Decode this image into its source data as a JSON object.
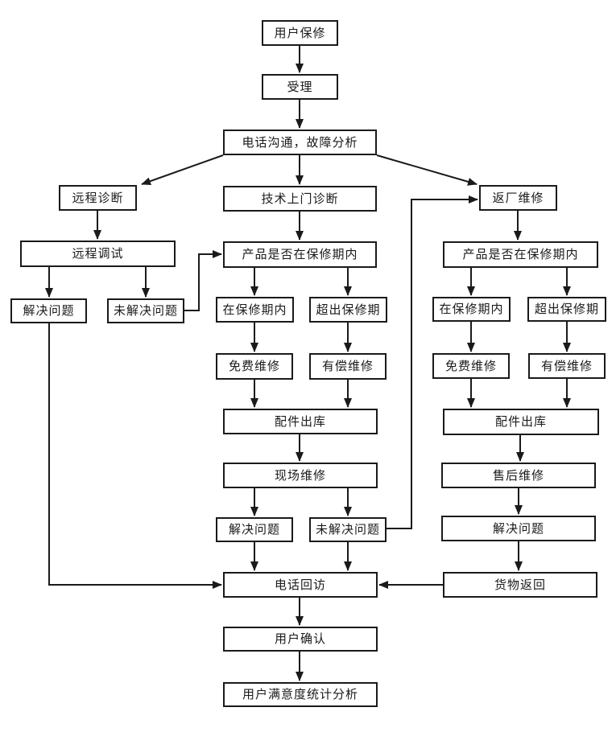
{
  "diagram": {
    "type": "flowchart",
    "language": "zh-CN",
    "colors": {
      "background": "#ffffff",
      "box_fill": "#ffffff",
      "box_border": "#1a1a1a",
      "line": "#1a1a1a",
      "text": "#1a1a1a"
    },
    "nodes": {
      "user_warranty": {
        "label": "用户保修"
      },
      "accept": {
        "label": "受理"
      },
      "phone_comm": {
        "label": "电话沟通，故障分析"
      },
      "remote_diag": {
        "label": "远程诊断"
      },
      "tech_onsite": {
        "label": "技术上门诊断"
      },
      "return_factory": {
        "label": "返厂维修"
      },
      "remote_debug": {
        "label": "远程调试"
      },
      "warranty_q_mid": {
        "label": "产品是否在保修期内"
      },
      "warranty_q_right": {
        "label": "产品是否在保修期内"
      },
      "solved_left": {
        "label": "解决问题"
      },
      "unsolved_left": {
        "label": "未解决问题"
      },
      "in_warranty_mid": {
        "label": "在保修期内"
      },
      "out_warranty_mid": {
        "label": "超出保修期"
      },
      "in_warranty_right": {
        "label": "在保修期内"
      },
      "out_warranty_right": {
        "label": "超出保修期"
      },
      "free_repair_mid": {
        "label": "免费维修"
      },
      "paid_repair_mid": {
        "label": "有偿维修"
      },
      "free_repair_right": {
        "label": "免费维修"
      },
      "paid_repair_right": {
        "label": "有偿维修"
      },
      "parts_out_mid": {
        "label": "配件出库"
      },
      "parts_out_right": {
        "label": "配件出库"
      },
      "onsite_repair": {
        "label": "现场维修"
      },
      "aftersales_repair": {
        "label": "售后维修"
      },
      "solved_mid": {
        "label": "解决问题"
      },
      "unsolved_mid": {
        "label": "未解决问题"
      },
      "solved_right": {
        "label": "解决问题"
      },
      "phone_followup": {
        "label": "电话回访"
      },
      "goods_return": {
        "label": "货物返回"
      },
      "user_confirm": {
        "label": "用户确认"
      },
      "satisfaction": {
        "label": "用户满意度统计分析"
      }
    },
    "edges": [
      {
        "from": "user_warranty",
        "to": "accept"
      },
      {
        "from": "accept",
        "to": "phone_comm"
      },
      {
        "from": "phone_comm",
        "to": "remote_diag"
      },
      {
        "from": "phone_comm",
        "to": "tech_onsite"
      },
      {
        "from": "phone_comm",
        "to": "return_factory"
      },
      {
        "from": "remote_diag",
        "to": "remote_debug"
      },
      {
        "from": "remote_debug",
        "to": "solved_left"
      },
      {
        "from": "remote_debug",
        "to": "unsolved_left"
      },
      {
        "from": "unsolved_left",
        "to": "warranty_q_mid"
      },
      {
        "from": "solved_left",
        "to": "phone_followup"
      },
      {
        "from": "tech_onsite",
        "to": "warranty_q_mid"
      },
      {
        "from": "warranty_q_mid",
        "to": "in_warranty_mid"
      },
      {
        "from": "warranty_q_mid",
        "to": "out_warranty_mid"
      },
      {
        "from": "in_warranty_mid",
        "to": "free_repair_mid"
      },
      {
        "from": "out_warranty_mid",
        "to": "paid_repair_mid"
      },
      {
        "from": "free_repair_mid",
        "to": "parts_out_mid"
      },
      {
        "from": "paid_repair_mid",
        "to": "parts_out_mid"
      },
      {
        "from": "parts_out_mid",
        "to": "onsite_repair"
      },
      {
        "from": "onsite_repair",
        "to": "solved_mid"
      },
      {
        "from": "onsite_repair",
        "to": "unsolved_mid"
      },
      {
        "from": "solved_mid",
        "to": "phone_followup"
      },
      {
        "from": "unsolved_mid",
        "to": "phone_followup"
      },
      {
        "from": "unsolved_mid",
        "to": "return_factory"
      },
      {
        "from": "return_factory",
        "to": "warranty_q_right"
      },
      {
        "from": "warranty_q_right",
        "to": "in_warranty_right"
      },
      {
        "from": "warranty_q_right",
        "to": "out_warranty_right"
      },
      {
        "from": "in_warranty_right",
        "to": "free_repair_right"
      },
      {
        "from": "out_warranty_right",
        "to": "paid_repair_right"
      },
      {
        "from": "free_repair_right",
        "to": "parts_out_right"
      },
      {
        "from": "paid_repair_right",
        "to": "parts_out_right"
      },
      {
        "from": "parts_out_right",
        "to": "aftersales_repair"
      },
      {
        "from": "aftersales_repair",
        "to": "solved_right"
      },
      {
        "from": "solved_right",
        "to": "goods_return"
      },
      {
        "from": "goods_return",
        "to": "phone_followup"
      },
      {
        "from": "phone_followup",
        "to": "user_confirm"
      },
      {
        "from": "user_confirm",
        "to": "satisfaction"
      }
    ]
  }
}
